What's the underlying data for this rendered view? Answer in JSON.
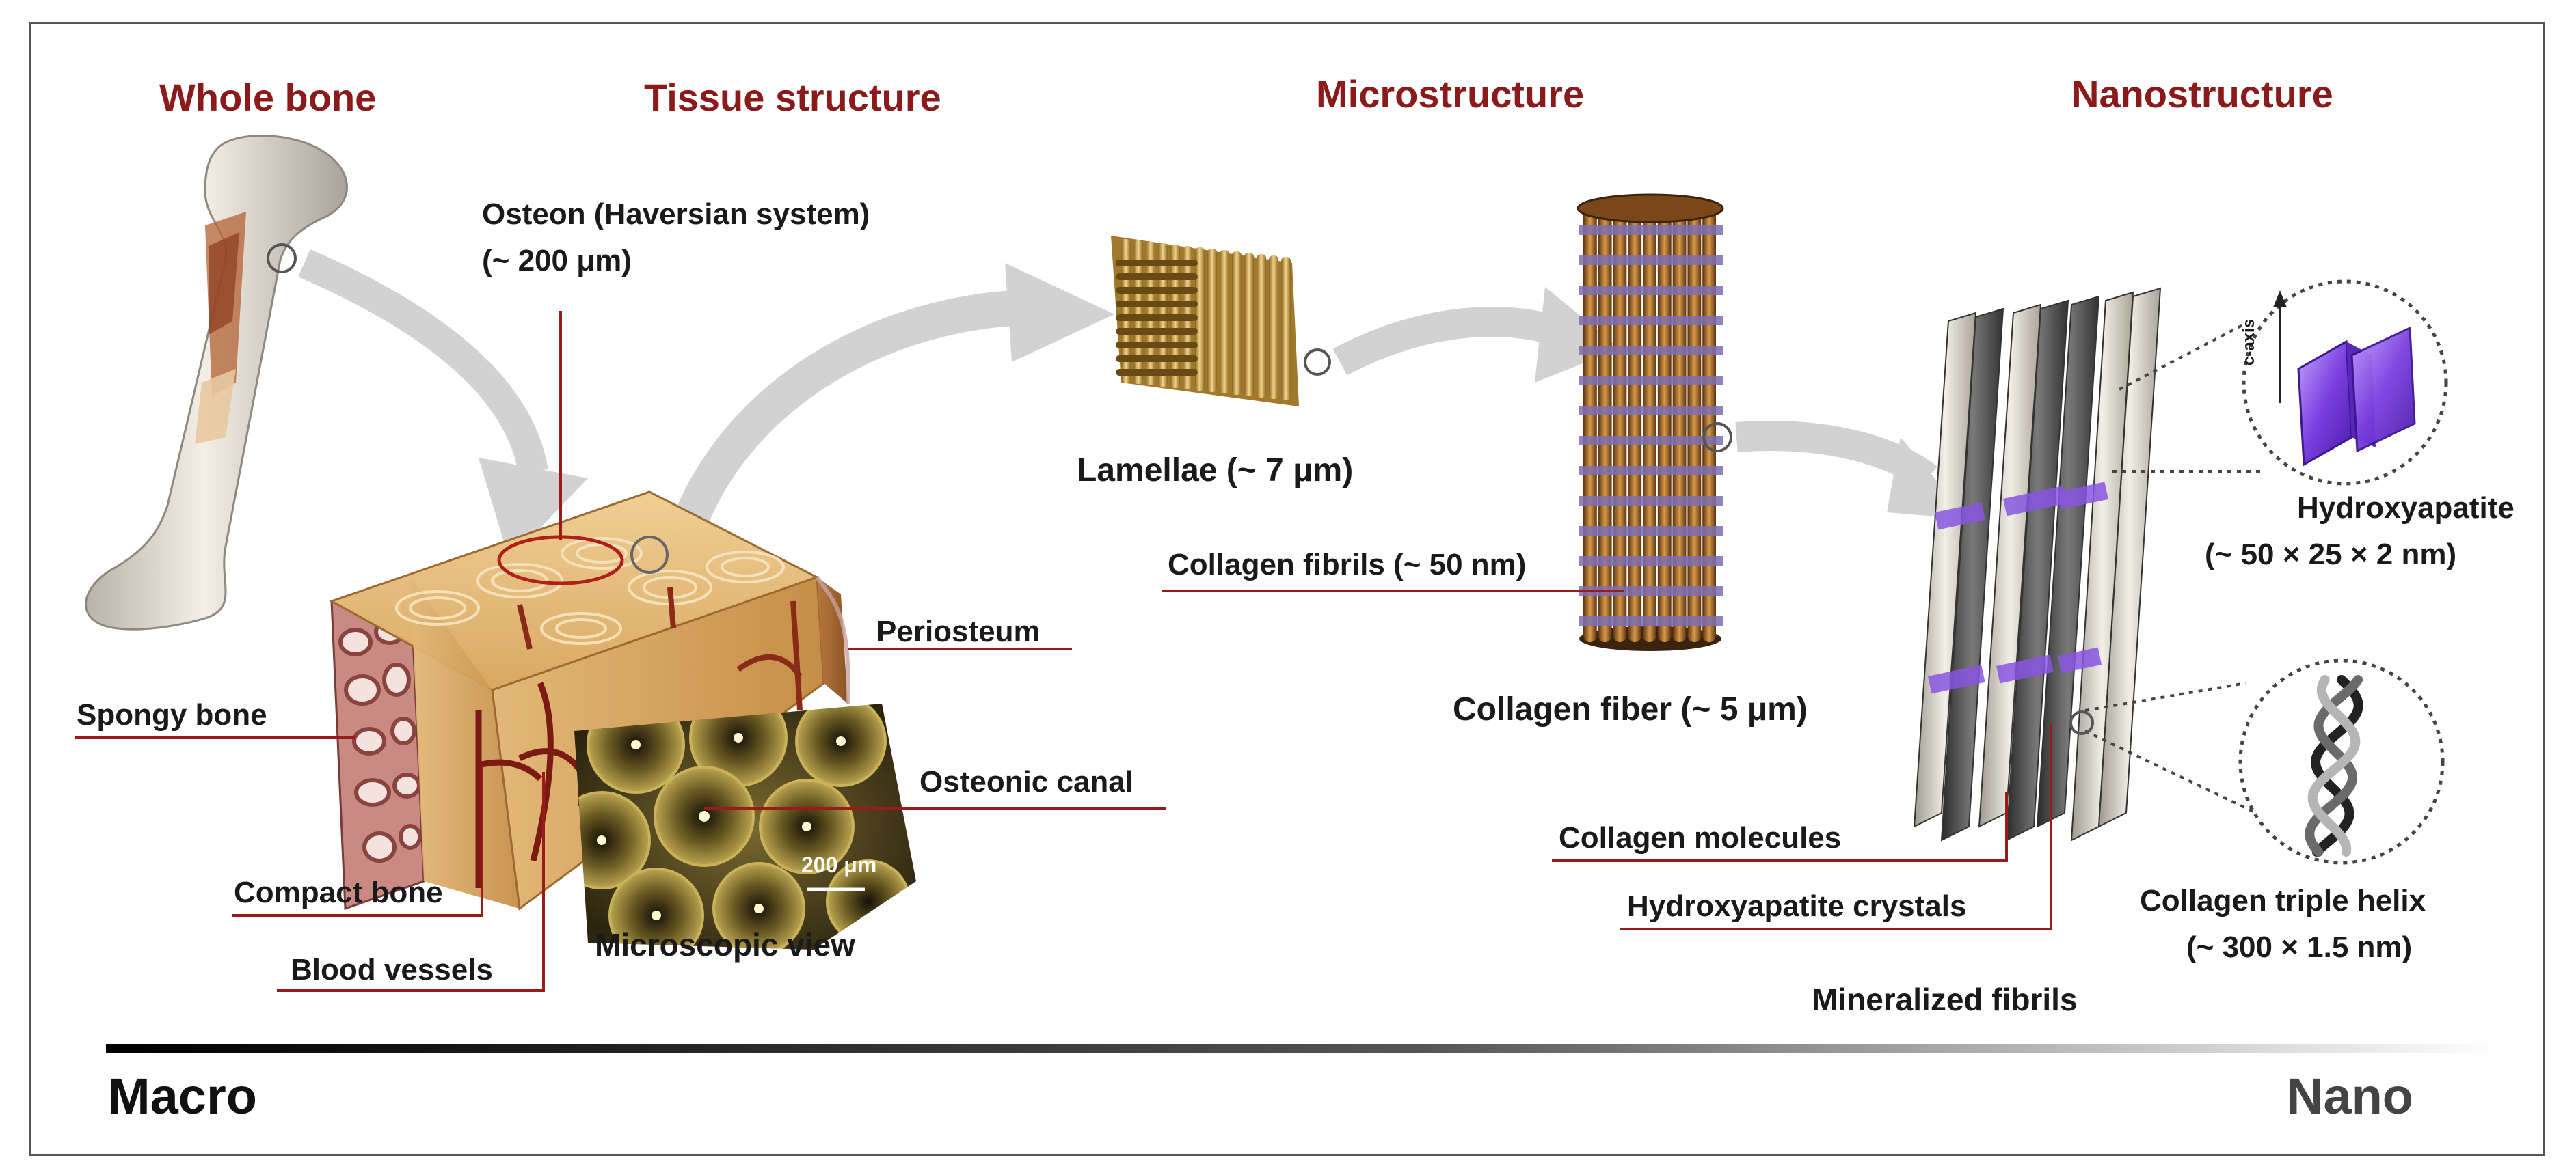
{
  "colors": {
    "heading": "#8b1a1a",
    "leader_line": "#9b1b1b",
    "arrow": "#d0d0d0",
    "bone": "#ece6dc",
    "compact_bone": "#d9a862",
    "spongy": "#c07a78",
    "lamella": "#cfa24a",
    "fiber_orange": "#c98536",
    "fiber_purple": "#7e6fb0",
    "fibril_dark": "#555555",
    "fibril_light": "#d8d5cc",
    "crystal": "#8a55e0",
    "scale_dark": "#111111",
    "scale_light": "#444444"
  },
  "headings": {
    "whole_bone": "Whole bone",
    "tissue_structure": "Tissue structure",
    "microstructure": "Microstructure",
    "nanostructure": "Nanostructure"
  },
  "labels": {
    "osteon_line1": "Osteon (Haversian system)",
    "osteon_line2": "(~ 200 μm)",
    "spongy_bone": "Spongy bone",
    "periosteum": "Periosteum",
    "osteonic_canal": "Osteonic canal",
    "compact_bone": "Compact bone",
    "blood_vessels": "Blood vessels",
    "microscopic_view": "Microscopic view",
    "scale_bar": "200 μm",
    "lamellae": "Lamellae (~ 7 μm)",
    "collagen_fibrils": "Collagen fibrils (~ 50 nm)",
    "collagen_fiber": "Collagen fiber (~ 5 μm)",
    "hydroxyapatite_line1": "Hydroxyapatite",
    "hydroxyapatite_line2": "(~ 50 × 25 × 2 nm)",
    "c_axis": "c-axis",
    "collagen_molecules": "Collagen molecules",
    "hydroxyapatite_crystals": "Hydroxyapatite crystals",
    "triple_helix_line1": "Collagen triple helix",
    "triple_helix_line2": "(~ 300 × 1.5 nm)",
    "mineralized_fibrils": "Mineralized fibrils"
  },
  "scale_axis": {
    "left": "Macro",
    "right": "Nano"
  }
}
